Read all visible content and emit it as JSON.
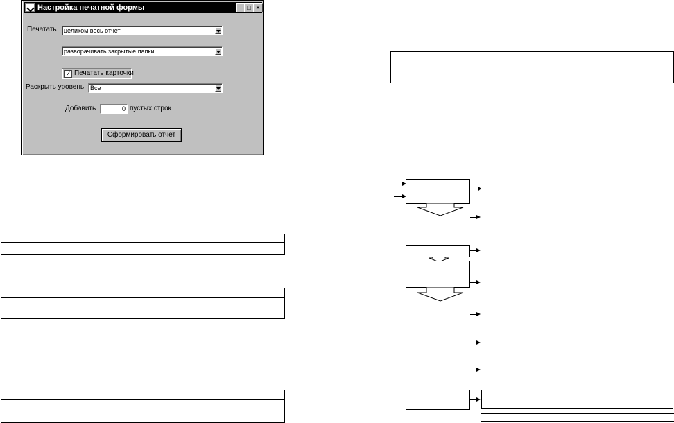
{
  "window": {
    "title": "Настройка печатной формы",
    "minimize_glyph": "_",
    "maximize_glyph": "□",
    "close_glyph": "×"
  },
  "form": {
    "print_label": "Печатать",
    "print_value": "целиком весь отчет",
    "folders_value": "разворачивать закрытые папки",
    "print_cards_label": "Печатать карточки",
    "print_cards_checked": true,
    "check_glyph": "✓",
    "expand_level_label": "Раскрыть уровень",
    "expand_level_value": "Все",
    "add_label": "Добавить",
    "add_value": "0",
    "empty_rows_label": "пустых строк",
    "submit_label": "Сформировать отчет"
  }
}
